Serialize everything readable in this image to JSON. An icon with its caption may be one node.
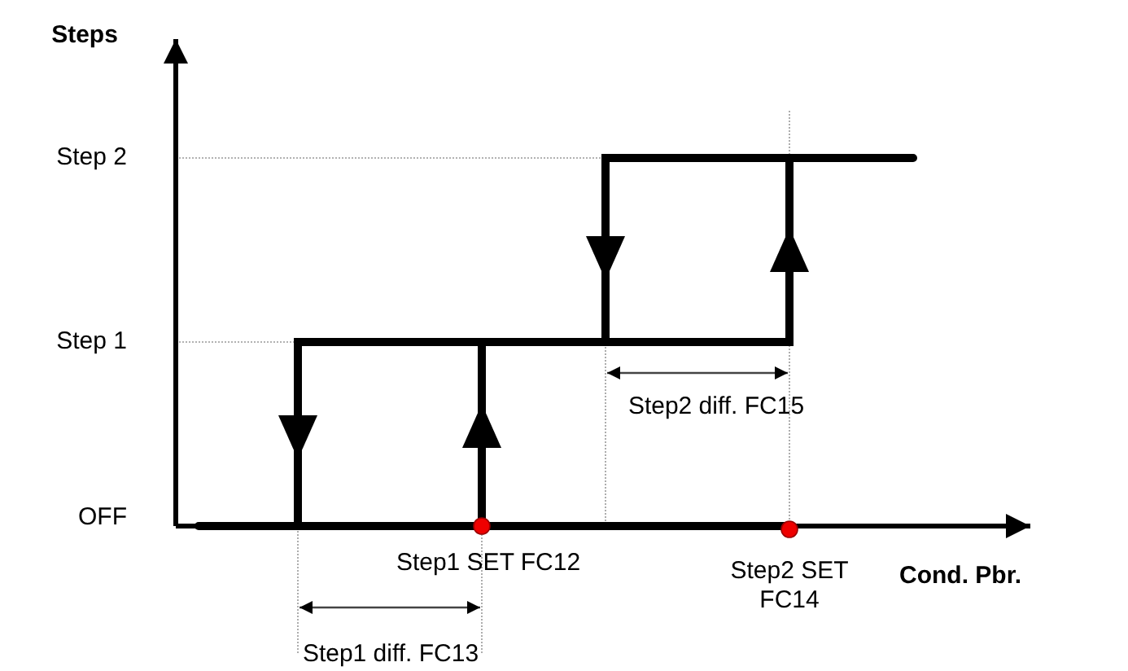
{
  "diagram": {
    "labels": [
      "Steps",
      "Step 2",
      "Step 1",
      "Step2 diff. FC15",
      "OFF",
      "Step1 SET FC12",
      "Step2 SET FC14",
      "Cond. Pbr.",
      "Step1 diff. FC13"
    ]
  }
}
